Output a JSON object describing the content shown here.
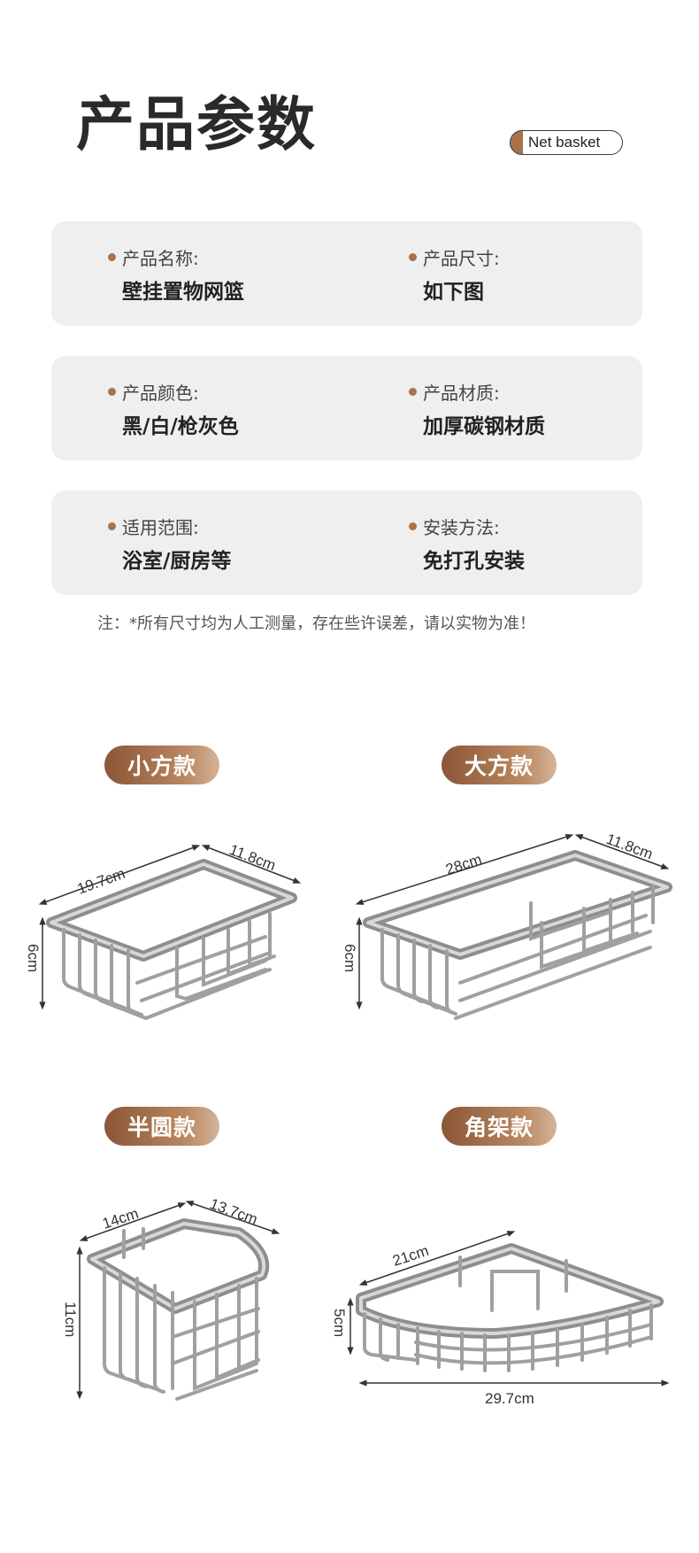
{
  "header": {
    "title": "产品参数",
    "badge": "Net basket"
  },
  "params": [
    {
      "label": "产品名称:",
      "value": "壁挂置物网篮"
    },
    {
      "label": "产品尺寸:",
      "value": "如下图"
    },
    {
      "label": "产品颜色:",
      "value": "黑/白/枪灰色"
    },
    {
      "label": "产品材质:",
      "value": "加厚碳钢材质"
    },
    {
      "label": "适用范围:",
      "value": "浴室/厨房等"
    },
    {
      "label": "安装方法:",
      "value": "免打孔安装"
    }
  ],
  "note": "注：*所有尺寸均为人工测量，存在些许误差，请以实物为准！",
  "variants": [
    {
      "name": "小方款",
      "dims": [
        "19.7cm",
        "11.8cm",
        "6cm"
      ]
    },
    {
      "name": "大方款",
      "dims": [
        "28cm",
        "11.8cm",
        "6cm"
      ]
    },
    {
      "name": "半圆款",
      "dims": [
        "14cm",
        "13.7cm",
        "11cm"
      ]
    },
    {
      "name": "角架款",
      "dims": [
        "21cm",
        "5cm",
        "29.7cm"
      ]
    }
  ],
  "colors": {
    "accent": "#a8724b",
    "card_bg": "#efefef",
    "metal": "#9a9a9a"
  }
}
